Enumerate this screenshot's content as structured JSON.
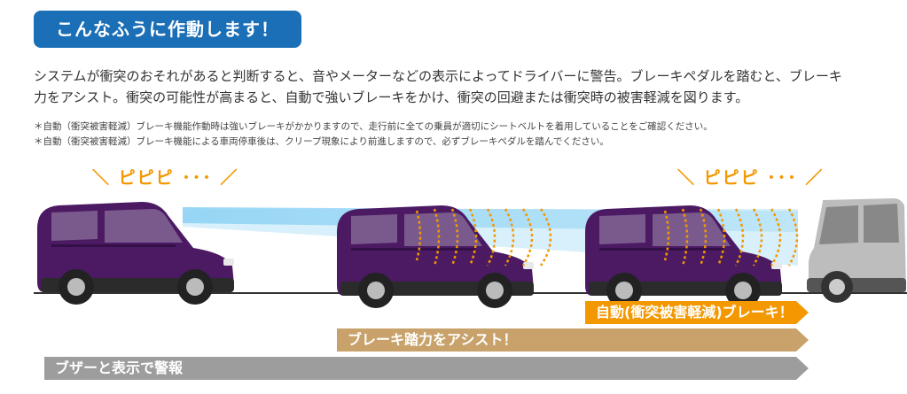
{
  "header": {
    "title": "こんなふうに作動します！"
  },
  "description": {
    "line1": "システムが衝突のおそれがあると判断すると、音やメーターなどの表示によってドライバーに警告。ブレーキペダルを踏むと、ブレーキ",
    "line2": "力をアシスト。衝突の可能性が高まると、自動で強いブレーキをかけ、衝突の回避または衝突時の被害軽減を図ります。"
  },
  "notes": [
    "＊自動（衝突被害軽減）ブレーキ機能作動時は強いブレーキがかかりますので、走行前に全ての乗員が適切にシートベルトを着用していることをご確認ください。",
    "＊自動（衝突被害軽減）ブレーキ機能による車両停車後は、クリープ現象により前進しますので、必ずブレーキペダルを踏んでください。"
  ],
  "beeps": {
    "left": "＼ ピピピ ･･･ ／",
    "right": "＼ ピピピ ･･･ ／"
  },
  "stages": {
    "auto_brake": "自動(衝突被害軽減)ブレーキ！",
    "brake_assist": "ブレーキ踏力をアシスト！",
    "buzzer": "ブザーと表示で警報"
  },
  "colors": {
    "title_bg": "#1b6fb6",
    "car_purple": "#4b1a63",
    "wave_orange": "#f39800",
    "assist_tan": "#c8a26a",
    "buzzer_gray": "#9d9d9d",
    "beam_blue": "#8fd3f4"
  }
}
